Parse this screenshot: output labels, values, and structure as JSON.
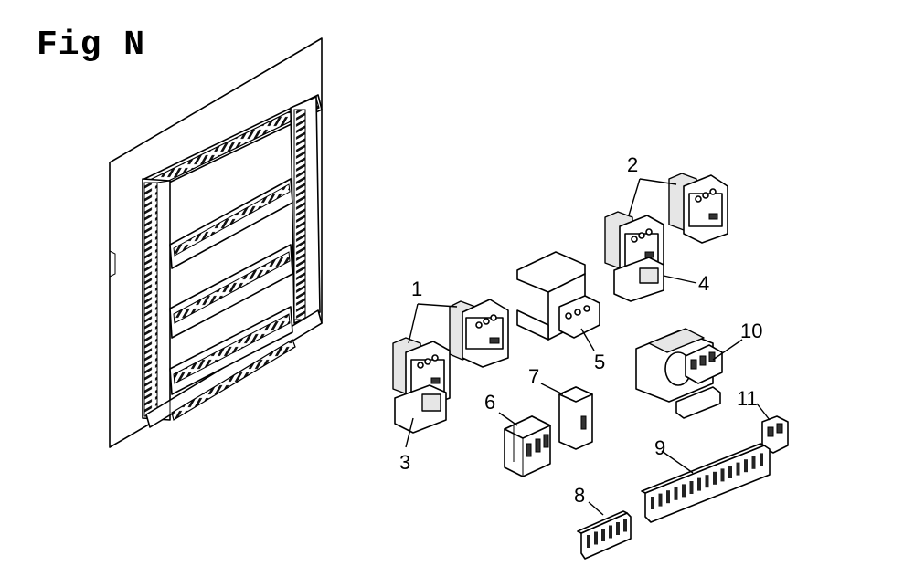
{
  "figure": {
    "title": "Fig N"
  },
  "labels": {
    "l1": "1",
    "l2": "2",
    "l3": "3",
    "l4": "4",
    "l5": "5",
    "l6": "6",
    "l7": "7",
    "l8": "8",
    "l9": "9",
    "l10": "10",
    "l11": "11"
  }
}
